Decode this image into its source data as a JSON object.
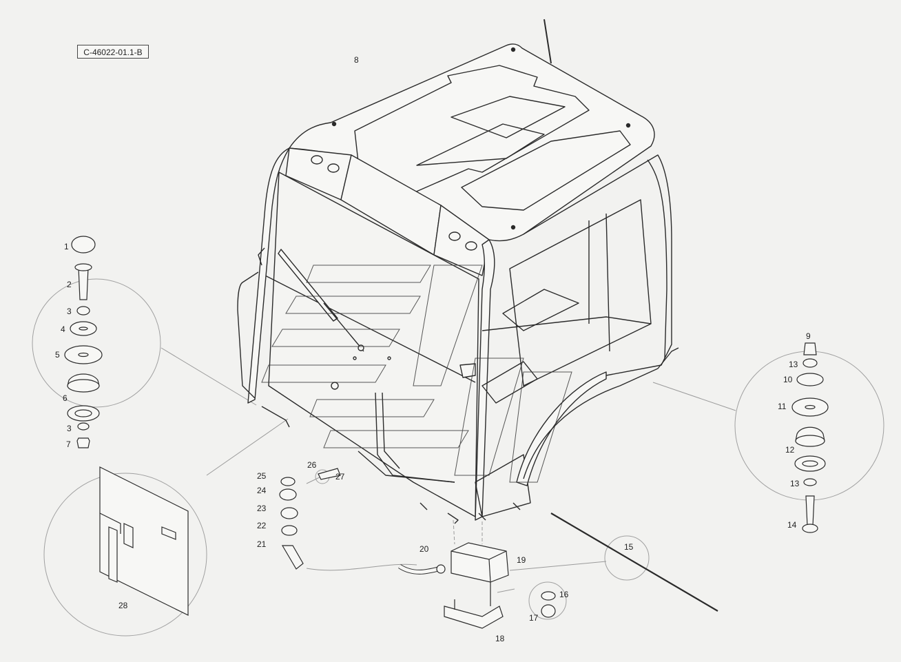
{
  "drawing_ref": "С-46022-01.1-В",
  "callouts": [
    "1",
    "2",
    "3",
    "4",
    "5",
    "6",
    "3",
    "7",
    "8",
    "9",
    "13",
    "10",
    "11",
    "12",
    "13",
    "14",
    "15",
    "16",
    "17",
    "18",
    "19",
    "20",
    "21",
    "22",
    "23",
    "24",
    "25",
    "26",
    "27",
    "28"
  ],
  "colors": {
    "background": "#f2f2f0",
    "line": "#2a2a2a",
    "guide": "#9a9a9a",
    "watermark": "#3a3a3a"
  }
}
